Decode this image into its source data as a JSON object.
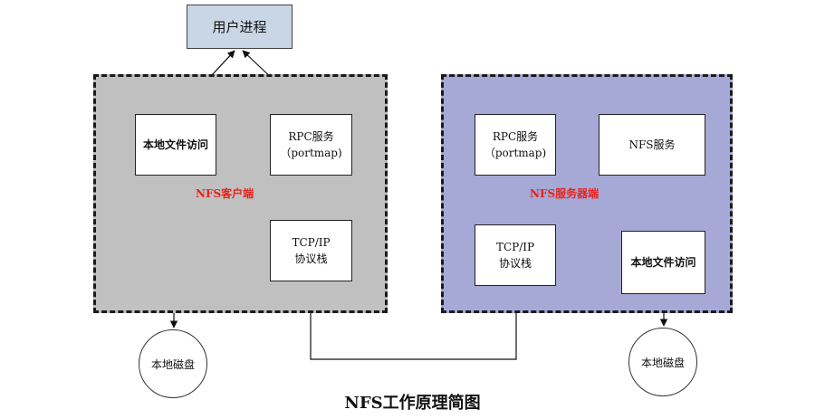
{
  "user_process": {
    "label": "用户进程"
  },
  "client": {
    "region_label": "NFS客户端",
    "local_file_access": "本地文件访问",
    "rpc_service": {
      "line1": "RPC服务",
      "line2": "（portmap)"
    },
    "tcpip": {
      "line1": "TCP/IP",
      "line2": "协议栈"
    },
    "local_disk": "本地磁盘"
  },
  "server": {
    "region_label": "NFS服务器端",
    "rpc_service": {
      "line1": "RPC服务",
      "line2": "（portmap)"
    },
    "nfs_service": "NFS服务",
    "tcpip": {
      "line1": "TCP/IP",
      "line2": "协议栈"
    },
    "local_file_access": "本地文件访问",
    "local_disk": "本地磁盘"
  },
  "colors": {
    "client_region": "#c0c0c0",
    "server_region": "#a6a8d6",
    "user_process": "#c8d6e6",
    "region_label": "#e8231a"
  },
  "title": "NFS工作原理简图"
}
